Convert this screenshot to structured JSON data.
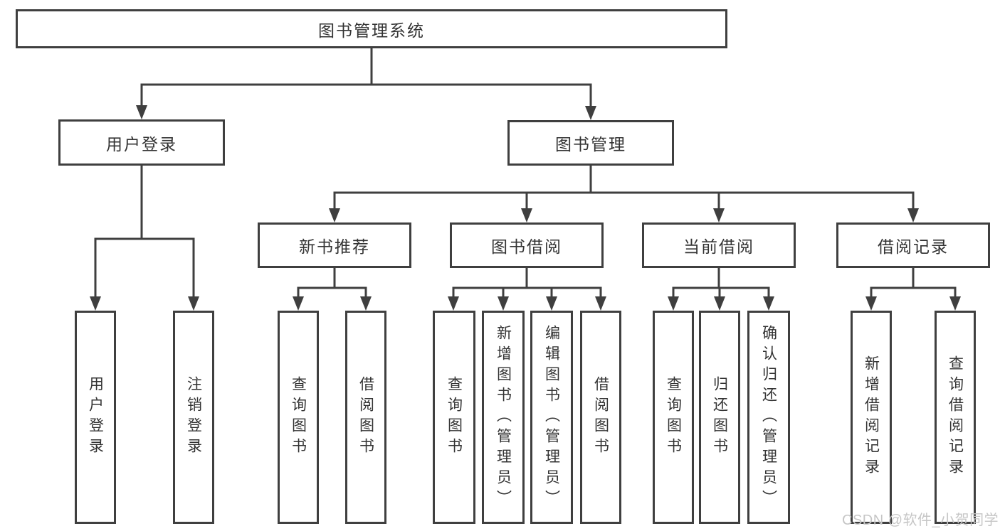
{
  "colors": {
    "line": "#3f3f3f",
    "text": "#333333",
    "watermark": "#c6c6c6",
    "background": "#ffffff"
  },
  "watermark": "CSDN @软件_小贺同学",
  "tree": {
    "label": "图书管理系统",
    "children": [
      {
        "label": "用户登录",
        "children": [
          {
            "label": "用户登录"
          },
          {
            "label": "注销登录"
          }
        ]
      },
      {
        "label": "图书管理",
        "children": [
          {
            "label": "新书推荐",
            "children": [
              {
                "label": "查询图书"
              },
              {
                "label": "借阅图书"
              }
            ]
          },
          {
            "label": "图书借阅",
            "children": [
              {
                "label": "查询图书"
              },
              {
                "label": "新增图书（管理员）"
              },
              {
                "label": "编辑图书（管理员）"
              },
              {
                "label": "借阅图书"
              }
            ]
          },
          {
            "label": "当前借阅",
            "children": [
              {
                "label": "查询图书"
              },
              {
                "label": "归还图书"
              },
              {
                "label": "确认归还（管理员）"
              }
            ]
          },
          {
            "label": "借阅记录",
            "children": [
              {
                "label": "新增借阅记录"
              },
              {
                "label": "查询借阅记录"
              }
            ]
          }
        ]
      }
    ]
  }
}
